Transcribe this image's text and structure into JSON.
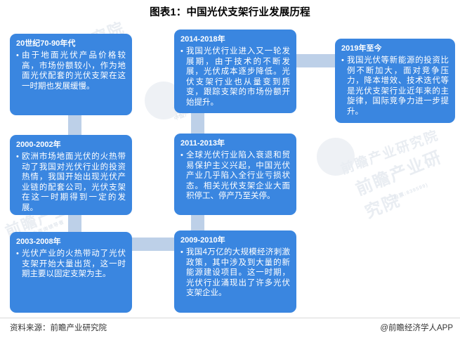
{
  "title": "图表1：中国光伏支架行业发展历程",
  "theme": {
    "box_fill": "#3a86e0",
    "connector_fill": "#bdd0e8",
    "box_text": "#ffffff",
    "page_background": "#ffffff"
  },
  "nodes": [
    {
      "id": "node-1970s-1990s",
      "year": "20世纪70-90年代",
      "text": "由于地面光伏产品价格较高，市场份额较小，作为地面光伏配套的光伏支架在这一时期也发展缓慢。"
    },
    {
      "id": "node-2000-2002",
      "year": "2000-2002年",
      "text": "欧洲市场地面光伏的火热带动了我国对光伏行业的投资热情，我国开始出现光伏产业链的配套公司，光伏支架在这一时期得到一定的发展。"
    },
    {
      "id": "node-2003-2008",
      "year": "2003-2008年",
      "text": "光伏产业的火热带动了光伏支架开始大量出货，这一时期主要以固定支架为主。"
    },
    {
      "id": "node-2009-2010",
      "year": "2009-2010年",
      "text": "我国4万亿的大规模经济刺激政策，其中涉及到大量的新能源建设项目。这一时期，光伏行业涌现出了许多光伏支架企业。"
    },
    {
      "id": "node-2011-2013",
      "year": "2011-2013年",
      "text": "全球光伏行业陷入衰退和贸易保护主义兴起，中国光伏产业几乎陷入全行业亏损状态。相关光伏支架企业大面积停工、停产乃至关停。"
    },
    {
      "id": "node-2014-2018",
      "year": "2014-2018年",
      "text": "我国光伏行业进入又一轮发展期，由于技术的不断发展，光伏成本逐步降低。光伏支架行业也从量变到质变，跟踪支架的市场份额开始提升。"
    },
    {
      "id": "node-2019-now",
      "year": "2019年至今",
      "text": "我国光伏等新能源的投资比例不断加大，面对竞争压力，降本增效、技术迭代等是光伏支架行业近年来的主旋律，国际竞争力进一步提升。"
    }
  ],
  "footer": {
    "source": "资料来源：前瞻产业研究院",
    "brand": "@前瞻经济学人APP"
  },
  "watermark": {
    "text_1": "前瞻产业研究院",
    "text_2": "中国产业咨询领导者",
    "code": "(股票:839599)"
  },
  "chart_data": {
    "type": "diagram",
    "subtype": "timeline-flow",
    "title": "图表1：中国光伏支架行业发展历程",
    "flow_order": [
      "20世纪70-90年代",
      "2000-2002年",
      "2003-2008年",
      "2009-2010年",
      "2011-2013年",
      "2014-2018年",
      "2019年至今"
    ],
    "grid": {
      "columns": 3,
      "rows": 3
    }
  }
}
